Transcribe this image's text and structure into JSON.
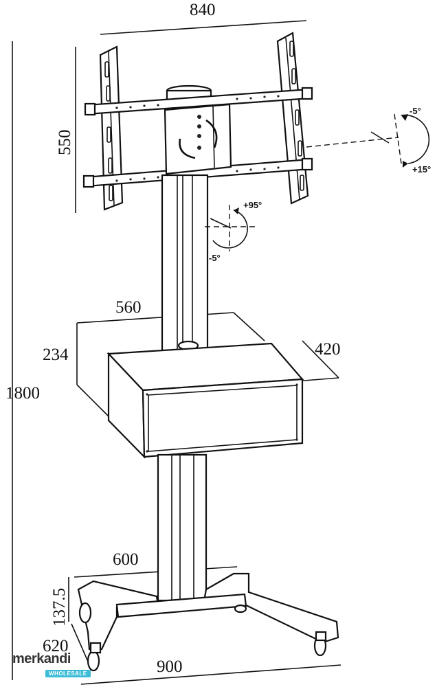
{
  "dimensions": {
    "width_top": "840",
    "height_mount": "550",
    "total_height": "1800",
    "shelf_width": "560",
    "shelf_height": "234",
    "shelf_depth": "420",
    "base_width": "600",
    "wheel_height": "137.5",
    "base_depth": "620",
    "base_length": "900"
  },
  "angles": {
    "tilt_up": "-5°",
    "tilt_down": "+15°",
    "swivel_plus": "+95°",
    "swivel_minus": "-5°"
  },
  "logo": {
    "brand": "merkandi",
    "badge": "WHOLESALE"
  }
}
